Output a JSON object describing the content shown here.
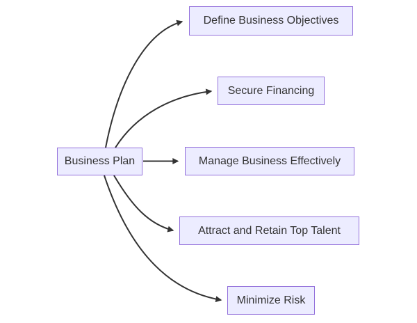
{
  "diagram": {
    "type": "flowchart",
    "direction": "left-to-right",
    "root": {
      "id": "business-plan",
      "label": "Business Plan"
    },
    "branches": [
      {
        "id": "define-business-objectives",
        "label": "Define Business Objectives"
      },
      {
        "id": "secure-financing",
        "label": "Secure Financing"
      },
      {
        "id": "manage-business-effectively",
        "label": "Manage Business Effectively"
      },
      {
        "id": "attract-and-retain-top-talent",
        "label": "Attract and Retain Top Talent"
      },
      {
        "id": "minimize-risk",
        "label": "Minimize Risk"
      }
    ],
    "edges": [
      {
        "from": "business-plan",
        "to": "define-business-objectives"
      },
      {
        "from": "business-plan",
        "to": "secure-financing"
      },
      {
        "from": "business-plan",
        "to": "manage-business-effectively"
      },
      {
        "from": "business-plan",
        "to": "attract-and-retain-top-talent"
      },
      {
        "from": "business-plan",
        "to": "minimize-risk"
      }
    ],
    "colors": {
      "node_fill": "#ECECFF",
      "node_border": "#9370DB",
      "edge_stroke": "#333333",
      "text": "#333333",
      "background": "#FFFFFF"
    }
  }
}
